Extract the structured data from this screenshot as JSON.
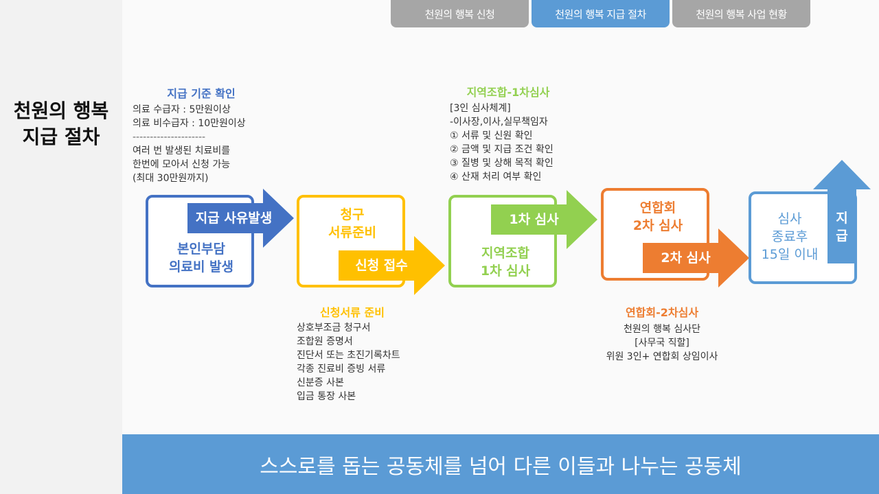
{
  "title_lines": [
    "천원의 행복",
    "지급 절차"
  ],
  "tabs": [
    {
      "label": "천원의 행복 신청",
      "active": false
    },
    {
      "label": "천원의 행복 지급 절차",
      "active": true
    },
    {
      "label": "천원의 행복 사업 현황",
      "active": false
    }
  ],
  "colors": {
    "blue": "#4472c4",
    "yellow": "#ffc000",
    "green": "#92d050",
    "orange": "#ed7d31",
    "lightblue": "#5b9bd5",
    "tab_gray": "#a6a6a6"
  },
  "steps": {
    "step1": {
      "box": "본인부담\n의료비 발생",
      "arrow": "지급 사유발생"
    },
    "step2": {
      "box": "청구\n서류준비",
      "arrow": "신청 접수"
    },
    "step3": {
      "box": "지역조합\n1차 심사",
      "arrow": "1차 심사"
    },
    "step4": {
      "box": "연합회\n2차 심사",
      "arrow": "2차 심사"
    },
    "step5": {
      "box": "심사\n종료후\n15일 이내",
      "arrow": "지\n급"
    }
  },
  "notes": {
    "criteria": {
      "heading": "지급 기준 확인",
      "lines": [
        "의료 수급자 : 5만원이상",
        "의료 비수급자 : 10만원이상",
        "---------------------",
        "여러 번 발생된 치료비를",
        "한번에 모아서 신청 가능",
        "(최대 30만원까지)"
      ]
    },
    "documents": {
      "heading": "신청서류 준비",
      "lines": [
        "상호부조금 청구서",
        "조합원 증명서",
        "진단서 또는 초진기록차트",
        "각종 진료비 증빙 서류",
        "신분증 사본",
        "입금 통장 사본"
      ]
    },
    "first_review": {
      "heading": "지역조합-1차심사",
      "lines": [
        "[3인 심사체계]",
        "-이사장,이사,실무책임자",
        "① 서류 및 신원 확인",
        "② 금액 및 지급 조건 확인",
        "③ 질병 및 상해 목적 확인",
        "④ 산재 처리 여부 확인"
      ]
    },
    "second_review": {
      "heading": "연합회-2차심사",
      "lines": [
        "천원의 행복 심사단",
        "[사무국 직할]",
        "위원 3인+ 연합회 상임이사"
      ]
    }
  },
  "footer": "스스로를 돕는 공동체를 넘어 다른 이들과 나누는 공동체"
}
